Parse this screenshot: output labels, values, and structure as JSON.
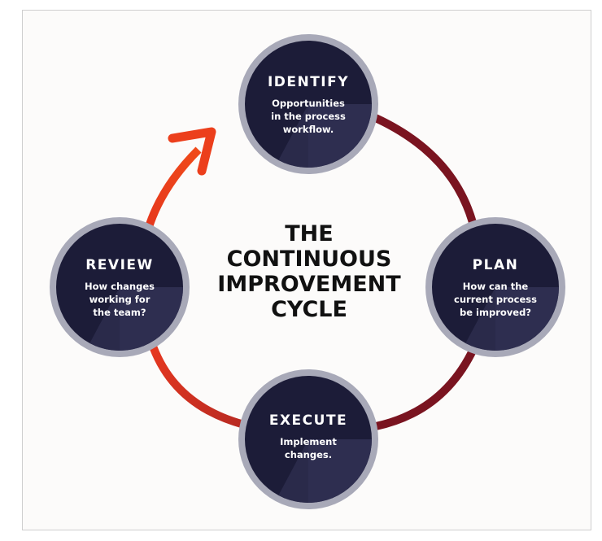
{
  "title": {
    "lines": [
      "THE",
      "CONTINUOUS",
      "IMPROVEMENT",
      "CYCLE"
    ]
  },
  "nodes": {
    "identify": {
      "label": "IDENTIFY",
      "desc": [
        "Opportunities",
        "in the process",
        "workflow."
      ]
    },
    "plan": {
      "label": "PLAN",
      "desc": [
        "How can the",
        "current process",
        "be improved?"
      ]
    },
    "execute": {
      "label": "EXECUTE",
      "desc": [
        "Implement",
        "changes."
      ]
    },
    "review": {
      "label": "REVIEW",
      "desc": [
        "How changes",
        "working for",
        "the team?"
      ]
    }
  },
  "colors": {
    "node_dark": "#1c1c38",
    "node_light": "#2e2e50",
    "node_ring": "#a8a9b8",
    "arc_dark_red": "#7a1420",
    "arc_bright_red": "#e8321e",
    "arrow_orange": "#e8401c"
  }
}
